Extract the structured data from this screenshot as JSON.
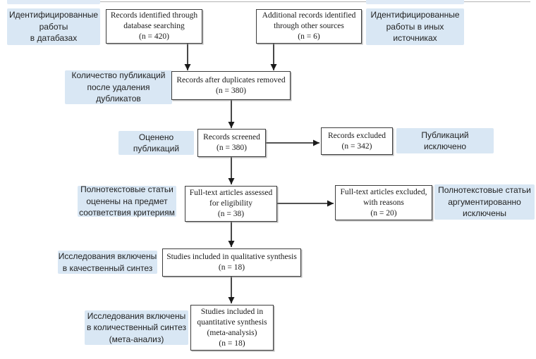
{
  "figure": {
    "kind": "prisma-flow-diagram",
    "background": "#ffffff"
  },
  "colors": {
    "label_background": "#d9e7f4",
    "box_border": "#3d3d3d",
    "arrow": "#1a1a1a",
    "text": "#1a1a1a"
  },
  "labels_ru": {
    "identified_databases": "Идентифицированные\nработы\nв датабазах",
    "identified_other": "Идентифицированные\nработы в иных\nисточниках",
    "after_duplicates": "Количество публикаций\nпосле удаления\nдубликатов",
    "screened": "Оценено\nпубликаций",
    "excluded": "Публикаций\nисключено",
    "fulltext_assessed": "Полнотекстовые статьи\nоценены на предмет\nсоответствия критериям",
    "fulltext_excluded": "Полнотекстовые статьи\nаргументированно\nисключены",
    "qualitative": "Исследования включены\nв качественный синтез",
    "quantitative": "Исследования включены\nв количественный синтез\n(мета-анализ)"
  },
  "boxes_en": {
    "records_identified": "Records identified through\ndatabase searching\n(n = 420)",
    "additional_records": "Additional records identified\nthrough other sources\n(n = 6)",
    "after_duplicates": "Records after duplicates removed\n(n = 380)",
    "records_screened": "Records screened\n(n = 380)",
    "records_excluded": "Records excluded\n(n = 342)",
    "fulltext_assessed": "Full-text articles assessed\nfor eligibility\n(n = 38)",
    "fulltext_excluded": "Full-text articles excluded,\nwith reasons\n(n = 20)",
    "qualitative_synthesis": "Studies included in qualitative synthesis\n(n = 18)",
    "quantitative_synthesis": "Studies included in\nquantitative synthesis\n(meta-analysis)\n(n = 18)"
  },
  "counts": {
    "identified_database": 420,
    "identified_other": 6,
    "after_duplicates": 380,
    "screened": 380,
    "excluded": 342,
    "fulltext_assessed": 38,
    "fulltext_excluded": 20,
    "qualitative_synthesis": 18,
    "quantitative_synthesis": 18
  }
}
